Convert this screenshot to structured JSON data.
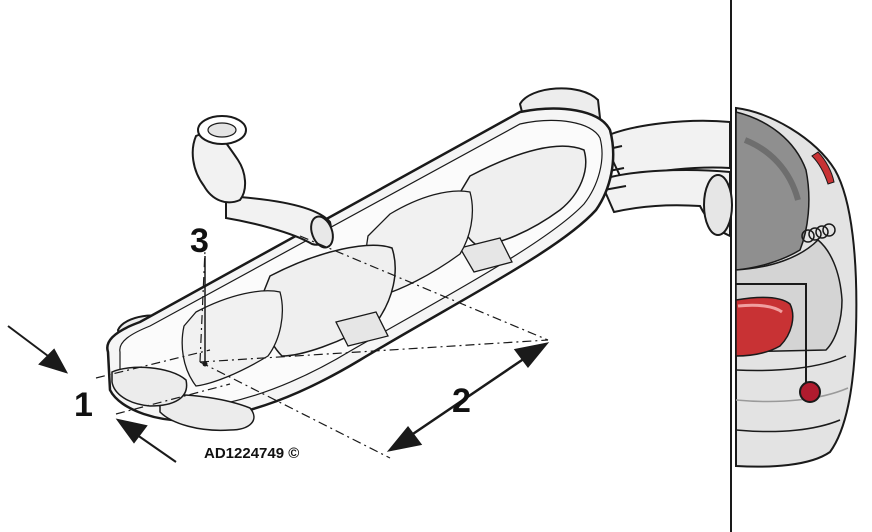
{
  "labels": {
    "callout_1": "1",
    "callout_2": "2",
    "callout_3": "3",
    "reference": "AD1224749 ©"
  },
  "colors": {
    "line": "#1a1a1a",
    "muffler_fill": "#f4f4f4",
    "car_body": "#d8d8d8",
    "car_glass": "#8a8a8a",
    "tail_light": "#c83234",
    "marker": "#b01b2e"
  }
}
